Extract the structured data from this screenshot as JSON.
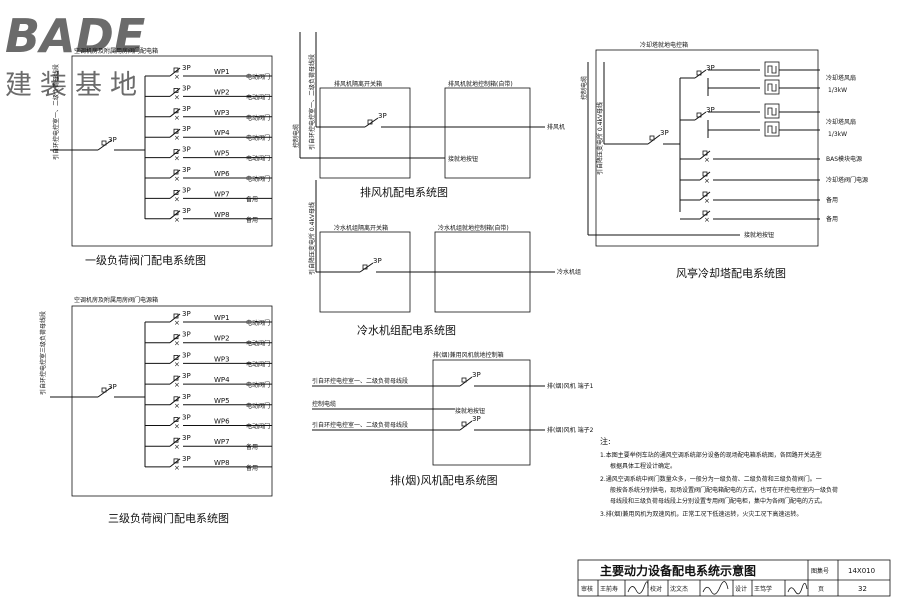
{
  "watermark": {
    "brand": "BADE",
    "chinese": "建装基地"
  },
  "d1": {
    "panel_title": "空调机房及附属用房阀门配电箱",
    "feed_label": "引自环控电控室一、二级负荷母线段",
    "main_switch": "3P",
    "branch_switch": "3P",
    "circuits": [
      "WP1",
      "WP2",
      "WP3",
      "WP4",
      "WP5",
      "WP6",
      "WP7",
      "WP8"
    ],
    "loads": [
      "电动阀门",
      "电动阀门",
      "电动阀门",
      "电动阀门",
      "电动阀门",
      "电动阀门",
      "备用",
      "备用"
    ],
    "caption": "一级负荷阀门配电系统图"
  },
  "d2": {
    "panel_title": "空调机房及附属用房阀门电源箱",
    "feed_label": "引自环控电控室三级负荷母线段",
    "main_switch": "3P",
    "branch_switch": "3P",
    "circuits": [
      "WP1",
      "WP2",
      "WP3",
      "WP4",
      "WP5",
      "WP6",
      "WP7",
      "WP8"
    ],
    "loads": [
      "电动阀门",
      "电动阀门",
      "电动阀门",
      "电动阀门",
      "电动阀门",
      "电动阀门",
      "备用",
      "备用"
    ],
    "caption": "三级负荷阀门配电系统图"
  },
  "d3": {
    "control_cable": "控制电缆",
    "feed_label": "引自环控电控室一、二级负荷母线段",
    "box1": "排风机隔离开关箱",
    "box2": "排风机就地控制箱(自带)",
    "switch": "3P",
    "terminal": "接就地按钮",
    "load": "排风机",
    "caption": "排风机配电系统图"
  },
  "d4": {
    "feed_label": "引自降压变电所 0.4kV母线",
    "box1": "冷水机组隔离开关箱",
    "box2": "冷水机组就地控制箱(自带)",
    "switch": "3P",
    "load": "冷水机组",
    "caption": "冷水机组配电系统图"
  },
  "d5": {
    "box_title": "排(烟)兼用风机就地控制箱",
    "feed1": "引自环控电控室一、二级负荷母线段",
    "control": "控制电缆",
    "feed2": "引自环控电控室一、二级负荷母线段",
    "terminal": "接就地按钮",
    "switch1": "3P",
    "switch2": "3P",
    "load1": "排(烟)风机 端子1",
    "load2": "排(烟)风机 端子2",
    "caption": "排(烟)风机配电系统图"
  },
  "d6": {
    "box_title": "冷却塔就地电控箱",
    "control": "控制电缆",
    "feed_label": "引自降压变电所 0.4kV母线",
    "main_switch": "3P",
    "sw_a": "3P",
    "sw_b": "3P",
    "load_a": "冷却塔风扇",
    "load_a_power": "1/3kW",
    "load_b": "冷却塔风扇",
    "load_b_power": "1/3kW",
    "load_c": "BAS模块电源",
    "load_d": "冷却塔阀门电源",
    "load_e": "备用",
    "load_f": "备用",
    "terminal": "接就地按钮",
    "caption": "风亭冷却塔配电系统图"
  },
  "notes": {
    "heading": "注:",
    "items": [
      "1.本图主要举例车站的通风空调系统部分设备的现场配电箱系统图，各回路开关选型根据具体工程设计确定。",
      "2.通风空调系统中阀门数量众多，一般分为一级负荷、二级负荷和三级负荷阀门。一般按各系统分别供电，现场设置阀门配电箱配电的方式，也可在环控电控室内一级负荷母线段和三级负荷母线段上分别设置专用阀门配电柜，集中为各阀门配电的方式。",
      "3.排(烟)兼用风机为双速风机，正常工况下低速运转，火灾工况下高速运转。"
    ]
  },
  "titleblock": {
    "title": "主要动力设备配电系统示意图",
    "atlas_label": "图集号",
    "atlas_no": "14X010",
    "review_label": "审核",
    "reviewer": "王前寿",
    "check_label": "校对",
    "checker": "沈文杰",
    "design_label": "设计",
    "designer": "王笃学",
    "page_label": "页",
    "page_no": "32"
  }
}
